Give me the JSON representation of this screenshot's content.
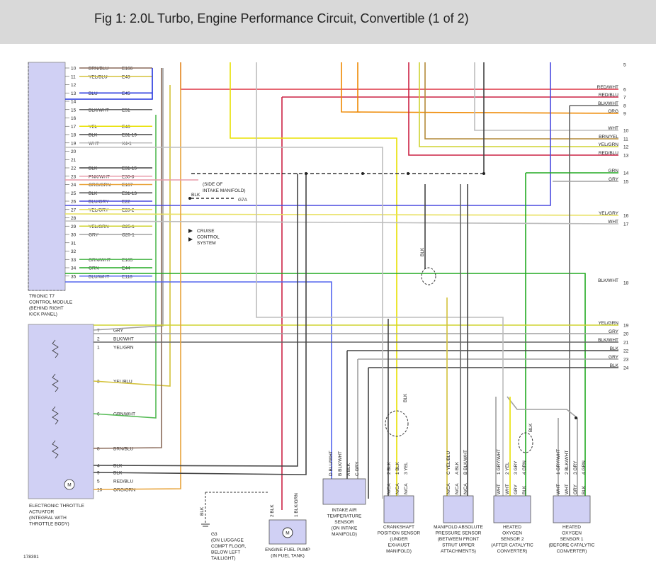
{
  "header": {
    "title": "Fig 1: 2.0L Turbo, Engine Performance Circuit, Convertible (1 of 2)"
  },
  "colors": {
    "BRN/BLU": "#8a6a5a",
    "YEL/BLU": "#d4c23a",
    "BLU": "#2233dd",
    "BLK/WHT": "#666666",
    "YEL": "#e8e000",
    "BLK": "#444444",
    "WHT": "#bdbdbd",
    "PNK/WHT": "#e89aa8",
    "ORG/GRN": "#e8a33a",
    "BLU/GRY": "#4a4adf",
    "YEL/GRY": "#e8e060",
    "YEL/GRN": "#cfd430",
    "GRY": "#a0a0a0",
    "GRN/WHT": "#55bb55",
    "GRN": "#22aa22",
    "BLU/WHT": "#5566ee",
    "RED/BLU": "#cc2244",
    "RED/WHT": "#dd3344",
    "ORG": "#ee8800",
    "BRN/YEL": "#b48a3a"
  },
  "ecm": {
    "caption": [
      "TRIONIC T7",
      "CONTROL MODULE",
      "(BEHIND RIGHT",
      "KICK PANEL)"
    ],
    "pins": [
      {
        "pin": "10",
        "color": "BRN/BLU",
        "circuit": "E166"
      },
      {
        "pin": "11",
        "color": "YEL/BLU",
        "circuit": "E43"
      },
      {
        "pin": "12",
        "color": "",
        "circuit": ""
      },
      {
        "pin": "13",
        "color": "BLU",
        "circuit": "E45"
      },
      {
        "pin": "14",
        "color": "",
        "circuit": ""
      },
      {
        "pin": "15",
        "color": "BLK/WHT",
        "circuit": "E51"
      },
      {
        "pin": "16",
        "color": "",
        "circuit": ""
      },
      {
        "pin": "17",
        "color": "YEL",
        "circuit": "E46"
      },
      {
        "pin": "18",
        "color": "BLK",
        "circuit": "E31-19"
      },
      {
        "pin": "19",
        "color": "WHT",
        "circuit": "X4-1"
      },
      {
        "pin": "20",
        "color": "",
        "circuit": ""
      },
      {
        "pin": "21",
        "color": "",
        "circuit": ""
      },
      {
        "pin": "22",
        "color": "BLK",
        "circuit": "E31-15"
      },
      {
        "pin": "23",
        "color": "PNK/WHT",
        "circuit": "E30-8"
      },
      {
        "pin": "24",
        "color": "ORG/GRN",
        "circuit": "E167"
      },
      {
        "pin": "25",
        "color": "BLK",
        "circuit": "E31-13"
      },
      {
        "pin": "26",
        "color": "BLU/GRY",
        "circuit": "E22"
      },
      {
        "pin": "27",
        "color": "YEL/GRY",
        "circuit": "E28-2"
      },
      {
        "pin": "28",
        "color": "",
        "circuit": ""
      },
      {
        "pin": "29",
        "color": "YEL/GRN",
        "circuit": "C25-1"
      },
      {
        "pin": "30",
        "color": "GRY",
        "circuit": "C20-1"
      },
      {
        "pin": "31",
        "color": "",
        "circuit": ""
      },
      {
        "pin": "32",
        "color": "",
        "circuit": ""
      },
      {
        "pin": "33",
        "color": "GRN/WHT",
        "circuit": "E165"
      },
      {
        "pin": "34",
        "color": "GRN",
        "circuit": "E44"
      },
      {
        "pin": "35",
        "color": "BLU/WHT",
        "circuit": "E118"
      }
    ]
  },
  "ground_note": {
    "side": [
      "(SIDE OF",
      "INTAKE MANIFOLD)"
    ],
    "wire": "BLK",
    "id": "G7A"
  },
  "cruise": {
    "label": [
      "CRUISE",
      "CONTROL",
      "SYSTEM"
    ]
  },
  "right_connector_top": [
    {
      "pin": "5",
      "color": "",
      "label": ""
    },
    {
      "pin": "6",
      "color": "RED/WHT",
      "label": "RED/WHT"
    },
    {
      "pin": "7",
      "color": "RED/BLU",
      "label": "RED/BLU"
    },
    {
      "pin": "8",
      "color": "BLK/WHT",
      "label": "BLK/WHT"
    },
    {
      "pin": "9",
      "color": "ORG",
      "label": "ORG"
    },
    {
      "pin": "10",
      "color": "WHT",
      "label": "WHT"
    },
    {
      "pin": "11",
      "color": "BRN/YEL",
      "label": "BRN/YEL"
    },
    {
      "pin": "12",
      "color": "YEL/GRN",
      "label": "YEL/GRN"
    },
    {
      "pin": "13",
      "color": "RED/BLU",
      "label": "RED/BLU"
    },
    {
      "pin": "14",
      "color": "GRN",
      "label": "GRN"
    },
    {
      "pin": "15",
      "color": "GRY",
      "label": "GRY"
    },
    {
      "pin": "16",
      "color": "YEL/GRY",
      "label": "YEL/GRY"
    },
    {
      "pin": "17",
      "color": "WHT",
      "label": "WHT"
    },
    {
      "pin": "18",
      "color": "BLK/WHT",
      "label": "BLK/WHT"
    }
  ],
  "right_connector_bottom": [
    {
      "pin": "19",
      "color": "YEL/GRN",
      "label": "YEL/GRN"
    },
    {
      "pin": "20",
      "color": "GRY",
      "label": "GRY"
    },
    {
      "pin": "21",
      "color": "BLK/WHT",
      "label": "BLK/WHT"
    },
    {
      "pin": "22",
      "color": "BLK",
      "label": "BLK"
    },
    {
      "pin": "23",
      "color": "GRY",
      "label": "GRY"
    },
    {
      "pin": "24",
      "color": "BLK",
      "label": "BLK"
    }
  ],
  "throttle": {
    "caption": [
      "ELECTRONIC THROTTLE",
      "ACTUATOR",
      "(INTEGRAL WITH",
      "THROTTLE BODY)"
    ],
    "pins": [
      {
        "pin": "7",
        "label": "GRY"
      },
      {
        "pin": "2",
        "label": "BLK/WHT"
      },
      {
        "pin": "1",
        "label": "YEL/GRN"
      },
      {
        "pin": "3",
        "label": "YEL/BLU"
      },
      {
        "pin": "6",
        "label": "GRN/WHT"
      },
      {
        "pin": "8",
        "label": "BRN/BLU"
      },
      {
        "pin": "4",
        "label": "BLK"
      },
      {
        "pin": "9",
        "label": "BLK"
      },
      {
        "pin": "5",
        "label": "RED/BLU"
      },
      {
        "pin": "10",
        "label": "ORG/GRN"
      }
    ]
  },
  "g3": {
    "wire": "BLK",
    "caption": [
      "G3",
      "(ON LUGGAGE",
      "COMPT FLOOR,",
      "BELOW LEFT",
      "TAILLIGHT)"
    ]
  },
  "fuel_pump": {
    "pins": [
      "2 BLK",
      "1 BLK/GRN"
    ],
    "caption": [
      "ENGINE FUEL PUMP",
      "(IN FUEL TANK)"
    ]
  },
  "iat": {
    "pins": [
      "D BLU/WHT",
      "B BLK/WHT",
      "A BLK",
      "C GRY"
    ],
    "caption": [
      "INTAKE AIR",
      "TEMPERATURE",
      "SENSOR",
      "(ON INTAKE",
      "MANIFOLD)"
    ]
  },
  "ckp": {
    "pins": [
      "2 BLK",
      "1 BLK",
      "3 YEL"
    ],
    "pin_tags": [
      "N/CA",
      "N/CA",
      "N/CA"
    ],
    "caption": [
      "CRANKSHAFT",
      "POSITION SENSOR",
      "(UNDER",
      "EXHAUST",
      "MANIFOLD)"
    ],
    "shield": "BLK"
  },
  "map": {
    "pins": [
      "C YEL/BLU",
      "A BLK",
      "B BLK/WHT"
    ],
    "pin_tags": [
      "N/CA",
      "N/CA",
      "N/CA"
    ],
    "caption": [
      "MANIFOLD ABSOLUTE",
      "PRESSURE SENSOR",
      "(BETWEEN FRONT",
      "STRUT UPPER",
      "ATTACHMENTS)"
    ]
  },
  "ho2s2": {
    "pins": [
      "1 GRY/WHT",
      "2 YEL",
      "3 GRY",
      "4 GRN"
    ],
    "pin_tags": [
      "WHT",
      "WHT",
      "GRY",
      "BLK"
    ],
    "caption": [
      "HEATED",
      "OXYGEN",
      "SENSOR 2",
      "(AFTER CATALYTIC",
      "CONVERTER)"
    ],
    "shield": "BLK"
  },
  "ho2s1": {
    "pins": [
      "1 GRY/WHT",
      "2 BLK/WHT",
      "3 GRY",
      "4 GRN"
    ],
    "pin_tags": [
      "WHT",
      "WHT",
      "GRY",
      "BLK"
    ],
    "caption": [
      "HEATED",
      "OXYGEN",
      "SENSOR 1",
      "(BEFORE CATALYTIC",
      "CONVERTER)"
    ]
  },
  "dash_blk_label": "BLK",
  "figure_id": "178391"
}
